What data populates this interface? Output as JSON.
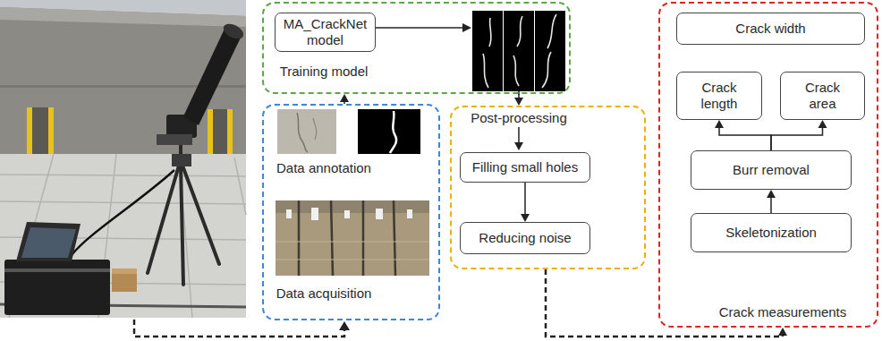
{
  "diagram": {
    "nodes": [
      {
        "text": [
          "Training model"
        ]
      },
      {
        "text": [
          "MA_CrackNet model"
        ],
        "in": 0
      },
      {
        "text": [
          "Data annotation",
          "Data acquisition"
        ]
      },
      {
        "text": [
          "Post-processing"
        ]
      },
      {
        "text": [
          "Filling small holes"
        ],
        "in": 3
      },
      {
        "text": [
          "Reducing noise"
        ],
        "in": 3
      },
      {
        "text": [
          "Crack measurements"
        ]
      },
      {
        "text": [
          "Crack width"
        ],
        "in": 6
      },
      {
        "text": [
          "Crack length"
        ],
        "in": 6
      },
      {
        "text": [
          "Crack area"
        ],
        "in": 6
      },
      {
        "text": [
          "Burr removal"
        ],
        "in": 6
      },
      {
        "text": [
          "Skeletonization"
        ],
        "in": 6
      }
    ],
    "edges": [
      {
        "from": 2,
        "to": 0,
        "arrow": "to"
      },
      {
        "from": 0,
        "to": 3,
        "arrow": "to"
      },
      {
        "from": 4,
        "to": 5,
        "arrow": "to"
      },
      {
        "from": 3,
        "to": 6,
        "arrow": "to"
      },
      {
        "from": 11,
        "to": 10,
        "arrow": "to"
      },
      {
        "from": 10,
        "to": 8,
        "arrow": "to"
      },
      {
        "from": 10,
        "to": 9,
        "arrow": "to"
      }
    ]
  }
}
